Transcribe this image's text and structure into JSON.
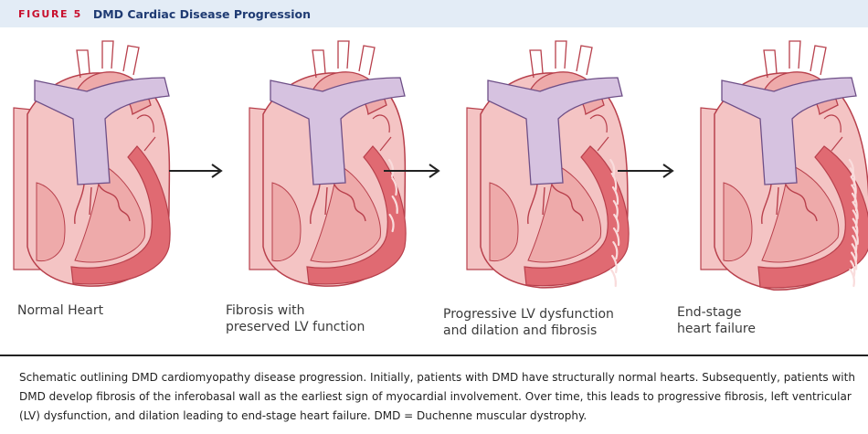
{
  "figure": {
    "label": "FIGURE 5",
    "title": "DMD Cardiac Disease Progression"
  },
  "stages": [
    {
      "id": "normal",
      "line1": "Normal Heart",
      "line2": ""
    },
    {
      "id": "fibrosis",
      "line1": "Fibrosis with",
      "line2": "preserved LV function"
    },
    {
      "id": "progressive",
      "line1": "Progressive LV dysfunction",
      "line2": "and dilation and fibrosis"
    },
    {
      "id": "endstage",
      "line1": "End-stage",
      "line2": "heart failure"
    }
  ],
  "caption": "Schematic outlining DMD cardiomyopathy disease progression. Initially, patients with DMD have structurally normal hearts. Subsequently, patients with DMD develop fibrosis of the inferobasal wall as the earliest sign of myocardial involvement. Over time, this leads to progressive fibrosis, left ventricular (LV) dysfunction, and dilation leading to end-stage heart failure. DMD = Duchenne muscular dystrophy.",
  "colors": {
    "tissue_light": "#f4c4c4",
    "tissue_mid": "#eeaaaa",
    "myocardium": "#e06a72",
    "outline": "#b8404c",
    "vessel": "#d6c2e0",
    "vessel_outline": "#6e4f87",
    "fibrosis": "#f9dcdc",
    "arrow": "#222222"
  }
}
